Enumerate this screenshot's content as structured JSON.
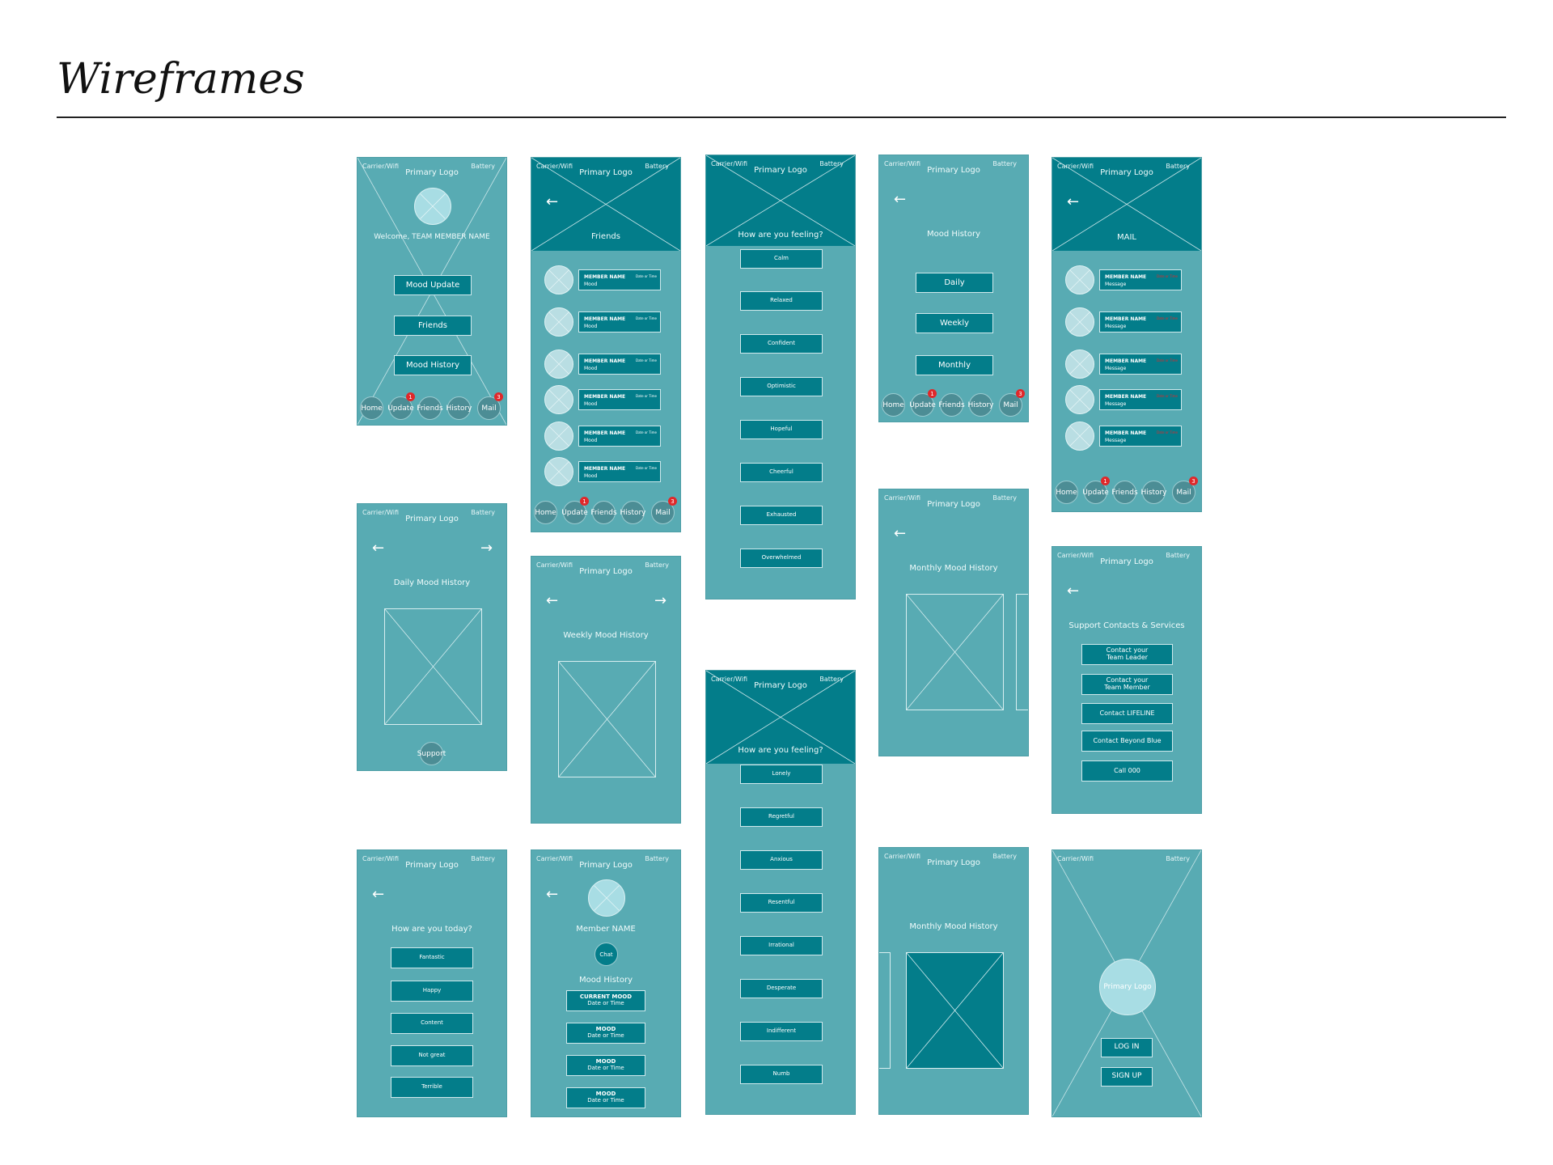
{
  "heading": "Wireframes",
  "status": {
    "carrier": "Carrier/Wifi",
    "battery": "Battery"
  },
  "logo": "Primary Logo",
  "nav": {
    "home": "Home",
    "update": "Update",
    "friends": "Friends",
    "history": "History",
    "mail": "Mail",
    "update_badge": "1",
    "mail_badge": "3"
  },
  "s1": {
    "welcome": "Welcome, TEAM MEMBER NAME",
    "b1": "Mood Update",
    "b2": "Friends",
    "b3": "Mood History"
  },
  "friends": {
    "title": "Friends",
    "name": "MEMBER NAME",
    "mood": "Mood",
    "date": "Date or Time"
  },
  "feel": {
    "title": "How are you feeling?",
    "set1": [
      "Calm",
      "Relaxed",
      "Confident",
      "Optimistic",
      "Hopeful",
      "Cheerful",
      "Exhausted",
      "Overwhelmed"
    ],
    "set2": [
      "Lonely",
      "Regretful",
      "Anxious",
      "Resentful",
      "Irrational",
      "Desperate",
      "Indifferent",
      "Numb"
    ]
  },
  "history": {
    "title": "Mood History",
    "daily": "Daily",
    "weekly": "Weekly",
    "monthly": "Monthly"
  },
  "mail": {
    "title": "MAIL",
    "name": "MEMBER NAME",
    "message": "Message",
    "date": "Date or Time"
  },
  "daily": {
    "title": "Daily Mood History",
    "support": "Support"
  },
  "weekly": {
    "title": "Weekly Mood History"
  },
  "monthly": {
    "title": "Monthly Mood History"
  },
  "support": {
    "title": "Support Contacts & Services",
    "b1": "Contact your\nTeam Leader",
    "b2": "Contact your\nTeam Member",
    "b3": "Contact LIFELINE",
    "b4": "Contact Beyond Blue",
    "b5": "Call 000"
  },
  "today": {
    "title": "How are you today?",
    "options": [
      "Fantastic",
      "Happy",
      "Content",
      "Not great",
      "Terrible"
    ]
  },
  "member": {
    "name": "Member NAME",
    "chat": "Chat",
    "history": "Mood History",
    "current": "CURRENT MOOD",
    "mood": "MOOD",
    "date": "Date or Time"
  },
  "login": {
    "logo": "Primary Logo",
    "login": "LOG IN",
    "signup": "SIGN UP"
  }
}
